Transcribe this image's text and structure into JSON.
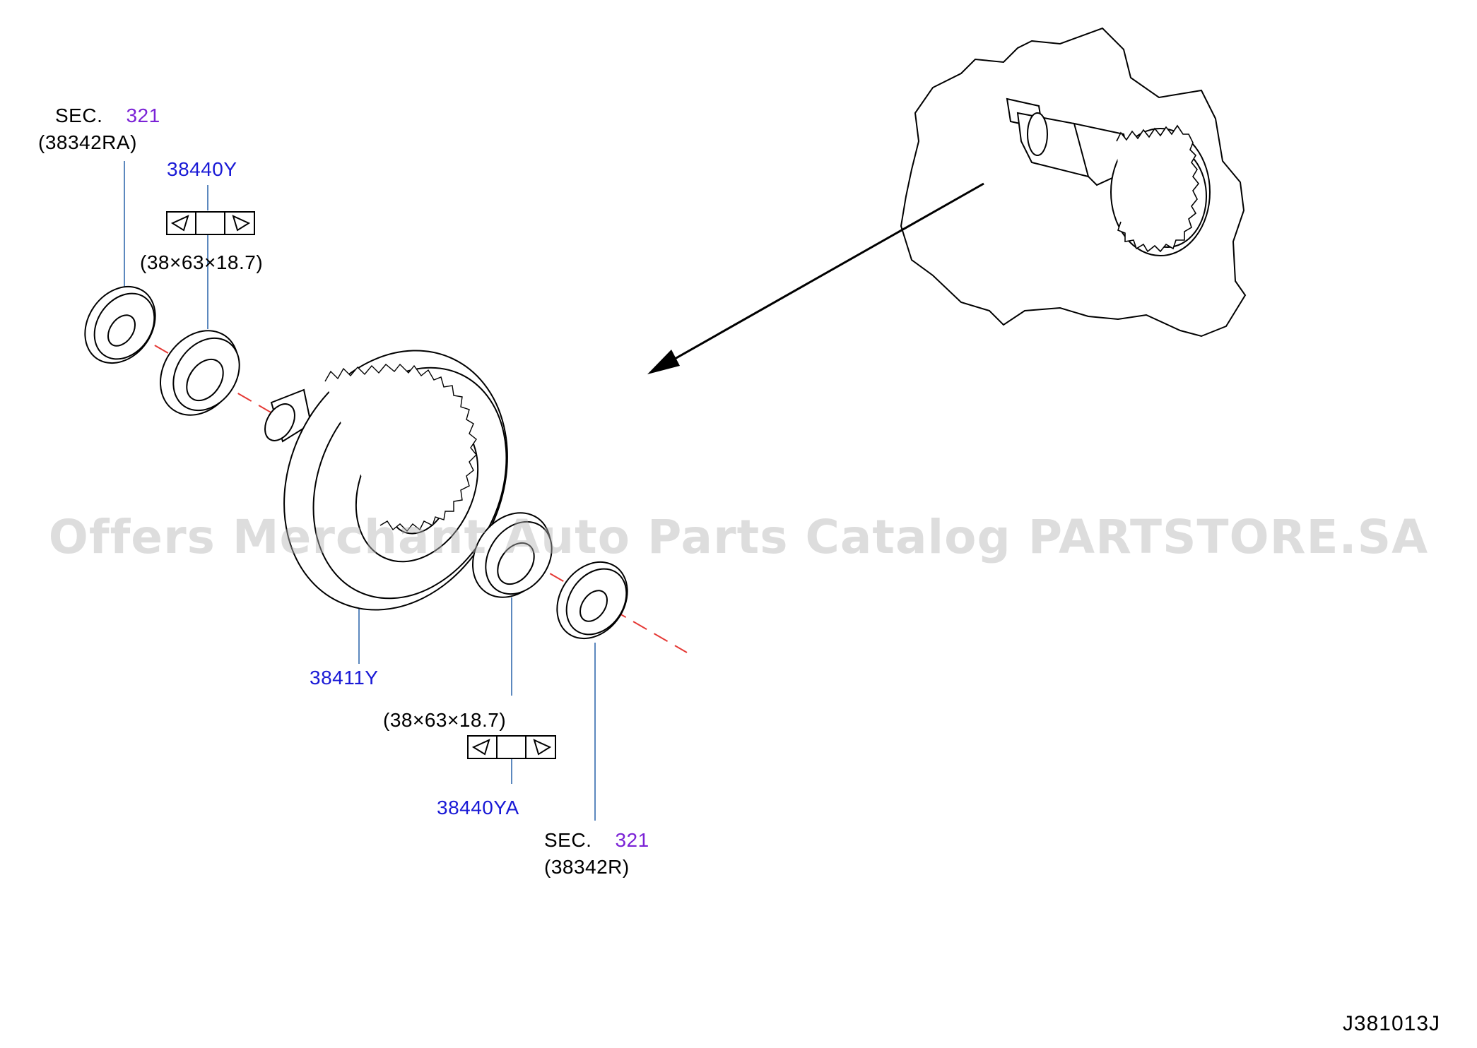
{
  "labels": {
    "sec_top": {
      "prefix": "SEC.",
      "number": "321",
      "ref": "(38342RA)"
    },
    "part_38440Y": "38440Y",
    "dims_top": "(38×63×18.7)",
    "part_38411Y": "38411Y",
    "dims_bottom": "(38×63×18.7)",
    "part_38440YA": "38440YA",
    "sec_bottom": {
      "prefix": "SEC.",
      "number": "321",
      "ref": "(38342R)"
    }
  },
  "watermark": "Offers Merchant Auto Parts Catalog PARTSTORE.SA",
  "diagram_code": "J381013J",
  "colors": {
    "part_link": "#1a1ad6",
    "section_link": "#7b22d6",
    "leader_line": "#4a7bb7",
    "center_line": "#e53935"
  },
  "icons": [
    "bearing-direction-icon",
    "arrow-icon"
  ]
}
